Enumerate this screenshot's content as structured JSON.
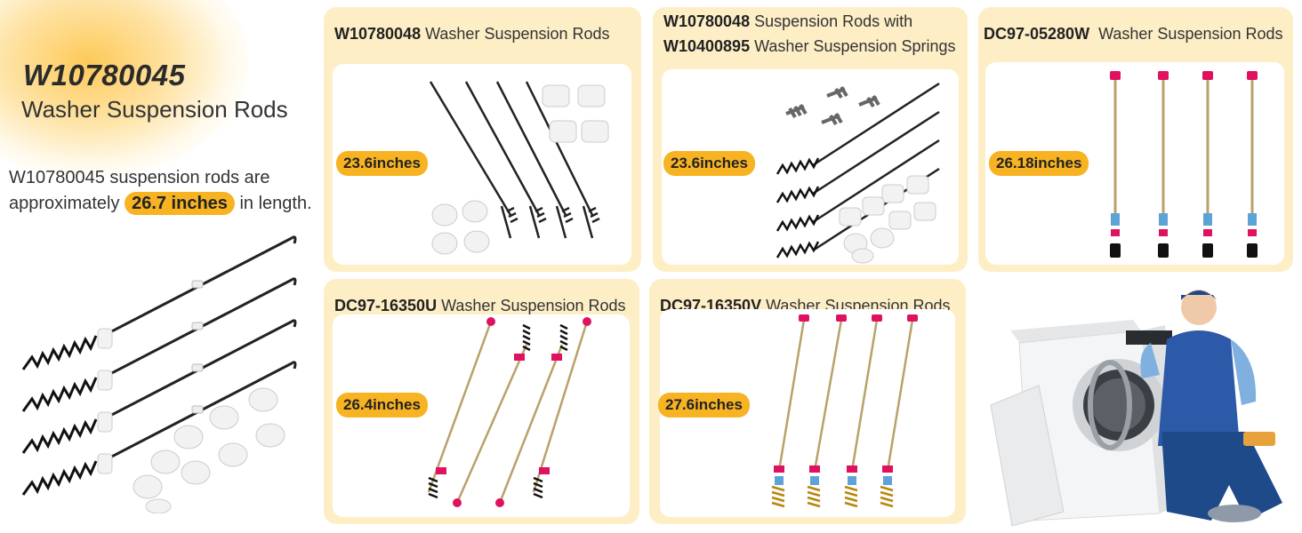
{
  "hero": {
    "title": "W10780045",
    "subtitle": "Washer Suspension Rods",
    "desc_line1": "W10780045 suspension rods are",
    "desc_line2_pre": "approximately",
    "desc_highlight": "26.7 inches",
    "desc_line2_post": "in length."
  },
  "cards": [
    {
      "id": "w10780048",
      "title_bold": "W10780048",
      "title_rest": "Washer Suspension Rods",
      "length": "23.6inches"
    },
    {
      "id": "w10780048-springs",
      "title_bold": "W10780048",
      "title_rest": "Suspension Rods with",
      "title_bold2": "W10400895",
      "title_rest2": "Washer Suspension Springs",
      "length": "23.6inches"
    },
    {
      "id": "dc97-05280w",
      "title_bold": "DC97-05280W",
      "title_rest": "Washer Suspension Rods",
      "length": "26.18inches"
    },
    {
      "id": "dc97-16350u",
      "title_bold": "DC97-16350U",
      "title_rest": "Washer Suspension Rods",
      "length": "26.4inches"
    },
    {
      "id": "dc97-16350v",
      "title_bold": "DC97-16350V",
      "title_rest": "Washer Suspension Rods",
      "length": "27.6inches"
    }
  ],
  "colors": {
    "accent": "#f7b322",
    "card_bg": "#fdeec6",
    "rod_red": "#e0115f",
    "rod_gold": "#b8a26a"
  }
}
